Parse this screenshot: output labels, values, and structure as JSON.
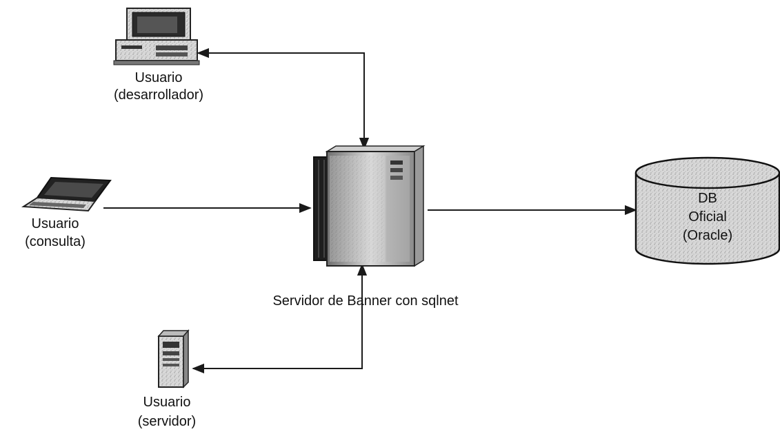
{
  "nodes": {
    "developer": {
      "line1": "Usuario",
      "line2": "(desarrollador)",
      "icon": "desktop-computer-icon"
    },
    "query": {
      "line1": "Usuario",
      "line2": "(consulta)",
      "icon": "laptop-icon"
    },
    "server_user": {
      "line1": "Usuario",
      "line2": "(servidor)",
      "icon": "tower-server-icon"
    },
    "banner_server": {
      "label": "Servidor de Banner con sqlnet",
      "icon": "mainframe-server-icon"
    },
    "database": {
      "line1": "DB",
      "line2": "Oficial",
      "line3": "(Oracle)",
      "icon": "database-cylinder-icon"
    }
  },
  "connections": [
    {
      "from": "developer",
      "to": "banner_server",
      "arrows": "both"
    },
    {
      "from": "query",
      "to": "banner_server",
      "arrows": "to"
    },
    {
      "from": "server_user",
      "to": "banner_server",
      "arrows": "both"
    },
    {
      "from": "banner_server",
      "to": "database",
      "arrows": "to"
    }
  ],
  "colors": {
    "line": "#1a1a1a",
    "texture": "#cfcfcf"
  }
}
